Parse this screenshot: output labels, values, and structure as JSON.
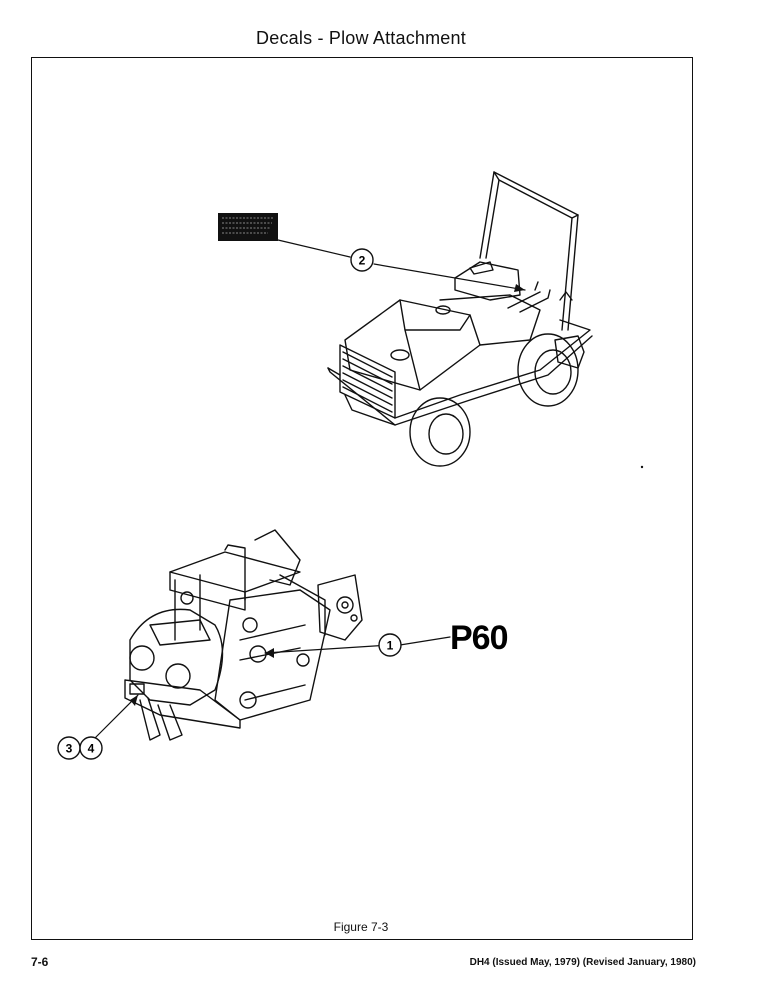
{
  "page": {
    "title": "Decals - Plow Attachment",
    "figure_caption": "Figure 7-3",
    "page_number": "7-6",
    "doc_info": "DH4 (Issued May, 1979) (Revised January, 1980)"
  },
  "callouts": {
    "c1": "1",
    "c2": "2",
    "c3": "3",
    "c4": "4"
  },
  "decal_label": "P60"
}
